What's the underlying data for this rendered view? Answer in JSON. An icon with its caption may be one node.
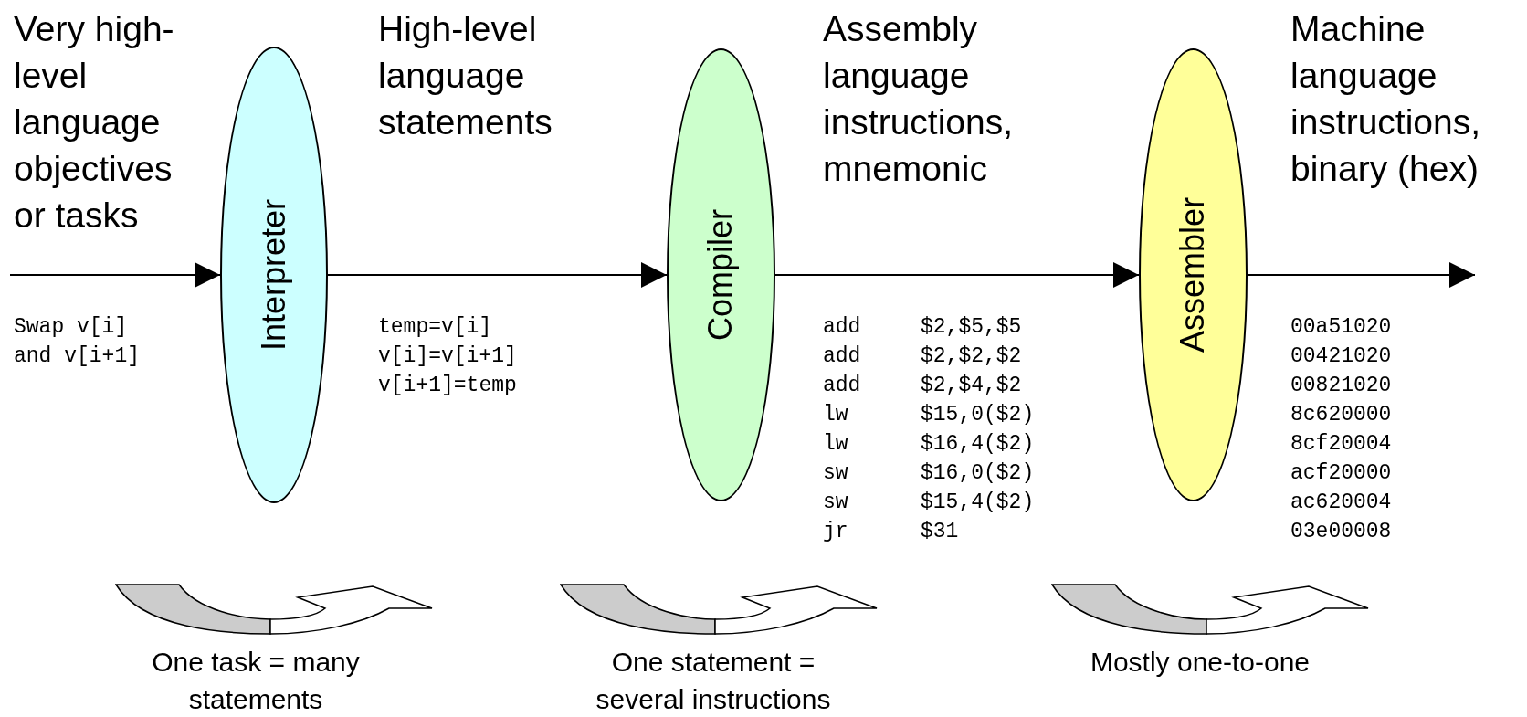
{
  "diagram": {
    "nodes": [
      {
        "text": [
          "Interpreter"
        ]
      },
      {
        "text": [
          "Compiler"
        ]
      },
      {
        "text": [
          "Assembler"
        ]
      }
    ],
    "edges": [
      {
        "from": null,
        "to": 0,
        "arrow": "to"
      },
      {
        "from": 0,
        "to": 1,
        "arrow": "to"
      },
      {
        "from": 1,
        "to": 2,
        "arrow": "to"
      },
      {
        "from": 2,
        "to": null,
        "arrow": "to"
      }
    ],
    "labels": [
      "Very high-level language objectives or tasks",
      "High-level language statements",
      "Assembly language instructions, mnemonic",
      "Machine language instructions, binary (hex)",
      "Swap v[i]",
      "and v[i+1]",
      "temp=v[i]",
      "v[i]=v[i+1]",
      "v[i+1]=temp",
      "add",
      "$2,$5,$5",
      "add",
      "$2,$2,$2",
      "add",
      "$2,$4,$2",
      "lw",
      "$15,0($2)",
      "lw",
      "$16,4($2)",
      "sw",
      "$16,0($2)",
      "sw",
      "$15,4($2)",
      "jr",
      "$31",
      "00a51020",
      "00421020",
      "00821020",
      "8c620000",
      "8cf20004",
      "acf20000",
      "ac620004",
      "03e00008",
      "One task = many statements",
      "One statement = several instructions",
      "Mostly one-to-one"
    ]
  }
}
